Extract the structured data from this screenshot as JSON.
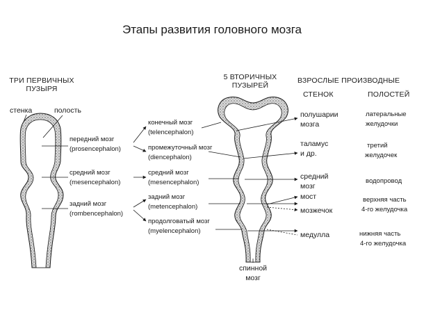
{
  "title": "Этапы развития головного мозга",
  "primary": {
    "heading_line1": "ТРИ ПЕРВИЧНЫХ",
    "heading_line2": "ПУЗЫРЯ",
    "wall_label": "стенка",
    "cavity_label": "полость",
    "vesicles": [
      {
        "name": "передний мозг",
        "latin": "(prosencephalon)"
      },
      {
        "name": "средний мозг",
        "latin": "(mesencephalon)"
      },
      {
        "name": "задний мозг",
        "latin": "(rombencephalon)"
      }
    ]
  },
  "secondary": {
    "heading_line1": "5 ВТОРИЧНЫХ",
    "heading_line2": "ПУЗЫРЕЙ",
    "vesicles": [
      {
        "name": "конечный мозг",
        "latin": "(telencephalon)"
      },
      {
        "name": "промежуточный мозг",
        "latin": "(diencephalon)"
      },
      {
        "name": "средний мозг",
        "latin": "(mesencephalon)"
      },
      {
        "name": "задний мозг",
        "latin": "(metencephalon)"
      },
      {
        "name": "продолговатый мозг",
        "latin": "(myelencephalon)"
      }
    ],
    "spinal_line1": "спинной",
    "spinal_line2": "мозг"
  },
  "adult": {
    "heading": "ВЗРОСЛЫЕ ПРОИЗВОДНЫЕ",
    "walls_heading": "СТЕНОК",
    "cavities_heading": "ПОЛОСТЕЙ",
    "walls": {
      "hemispheres_1": "полушарии",
      "hemispheres_2": "мозга",
      "thalamus_1": "таламус",
      "thalamus_2": "и др.",
      "midbrain_1": "средний",
      "midbrain_2": "мозг",
      "pons": "мост",
      "cerebellum": "мозжечок",
      "medulla": "медулла"
    },
    "cavities": {
      "lateral_1": "латеральные",
      "lateral_2": "желудочки",
      "third_1": "третий",
      "third_2": "желудочек",
      "aqueduct": "водопровод",
      "fourth_upper_1": "верхняя часть",
      "fourth_upper_2": "4-го желудочка",
      "fourth_lower_1": "нижняя часть",
      "fourth_lower_2": "4-го желудочка"
    }
  }
}
